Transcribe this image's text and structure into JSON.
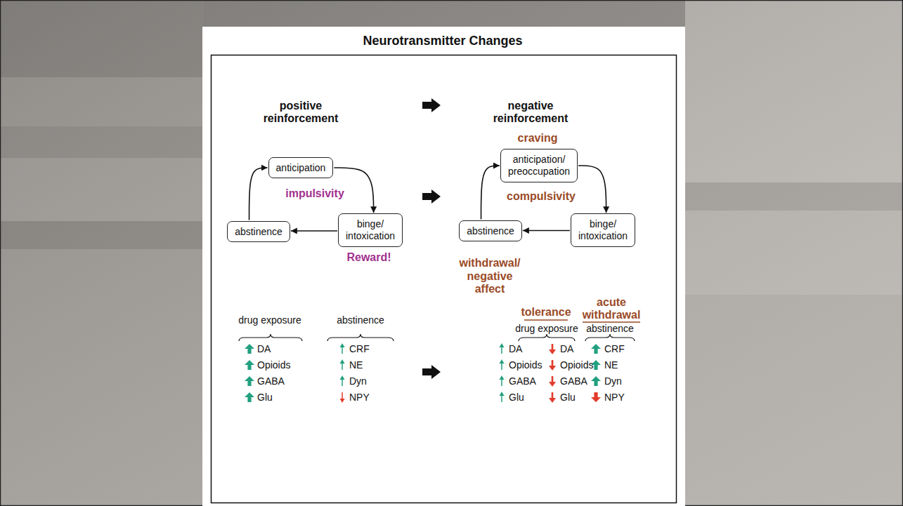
{
  "diagram": {
    "title": "Neurotransmitter Changes",
    "nodes": [
      {
        "text": [
          "anticipation"
        ]
      },
      {
        "text": [
          "abstinence"
        ]
      },
      {
        "text": [
          "binge/ intoxication"
        ]
      },
      {
        "text": [
          "anticipation/ preoccupation"
        ]
      },
      {
        "text": [
          "abstinence"
        ]
      },
      {
        "text": [
          "binge/ intoxication"
        ]
      }
    ],
    "edges": [
      {
        "from": 1,
        "to": 0,
        "arrow": "to"
      },
      {
        "from": 0,
        "to": 2,
        "arrow": "to"
      },
      {
        "from": 2,
        "to": 1,
        "arrow": "to"
      },
      {
        "from": 4,
        "to": 3,
        "arrow": "to"
      },
      {
        "from": 3,
        "to": 5,
        "arrow": "to"
      },
      {
        "from": 5,
        "to": 4,
        "arrow": "to"
      }
    ],
    "labels": [
      "positive reinforcement",
      "negative reinforcement",
      "impulsivity",
      "Reward!",
      "craving",
      "compulsivity",
      "withdrawal/ negative affect",
      "drug exposure",
      "abstinence",
      "tolerance",
      "drug exposure",
      "acute withdrawal",
      "abstinence",
      "DA",
      "Opioids",
      "GABA",
      "Glu",
      "CRF",
      "NE",
      "Dyn",
      "NPY",
      "DA",
      "Opioids",
      "GABA",
      "Glu",
      "DA",
      "Opioids",
      "GABA",
      "Glu",
      "CRF",
      "NE",
      "Dyn",
      "NPY"
    ]
  }
}
